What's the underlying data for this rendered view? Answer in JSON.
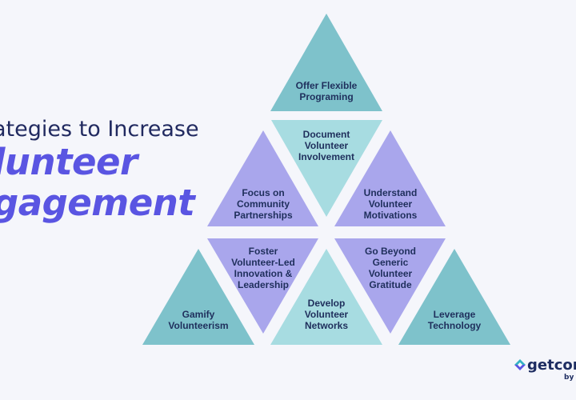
{
  "title": {
    "line1": "ategies to Increase",
    "line2": "lunteer",
    "line3": "gagement"
  },
  "colors": {
    "teal": "#7ec2cb",
    "light_teal": "#a7dce1",
    "lavender": "#a9a6ec",
    "title_dark": "#212a60",
    "title_accent": "#5a55e2",
    "label": "#1f2f5c"
  },
  "triangles": [
    {
      "lines": [
        "Offer Flexible",
        "Programing"
      ],
      "color": "teal"
    },
    {
      "lines": [
        "Focus on",
        "Community",
        "Partnerships"
      ],
      "color": "lavender"
    },
    {
      "lines": [
        "Document",
        "Volunteer",
        "Involvement"
      ],
      "color": "light_teal"
    },
    {
      "lines": [
        "Understand",
        "Volunteer",
        "Motivations"
      ],
      "color": "lavender"
    },
    {
      "lines": [
        "Gamify",
        "Volunteerism"
      ],
      "color": "teal"
    },
    {
      "lines": [
        "Foster",
        "Volunteer-Led",
        "Innovation &",
        "Leadership"
      ],
      "color": "lavender"
    },
    {
      "lines": [
        "Develop",
        "Volunteer",
        "Networks"
      ],
      "color": "light_teal"
    },
    {
      "lines": [
        "Go Beyond",
        "Generic",
        "Volunteer",
        "Gratitude"
      ],
      "color": "lavender"
    },
    {
      "lines": [
        "Leverage",
        "Technology"
      ],
      "color": "teal"
    }
  ],
  "logo": {
    "icon": "getconnected-logo-icon",
    "text": "getcon",
    "sub": "by G"
  }
}
